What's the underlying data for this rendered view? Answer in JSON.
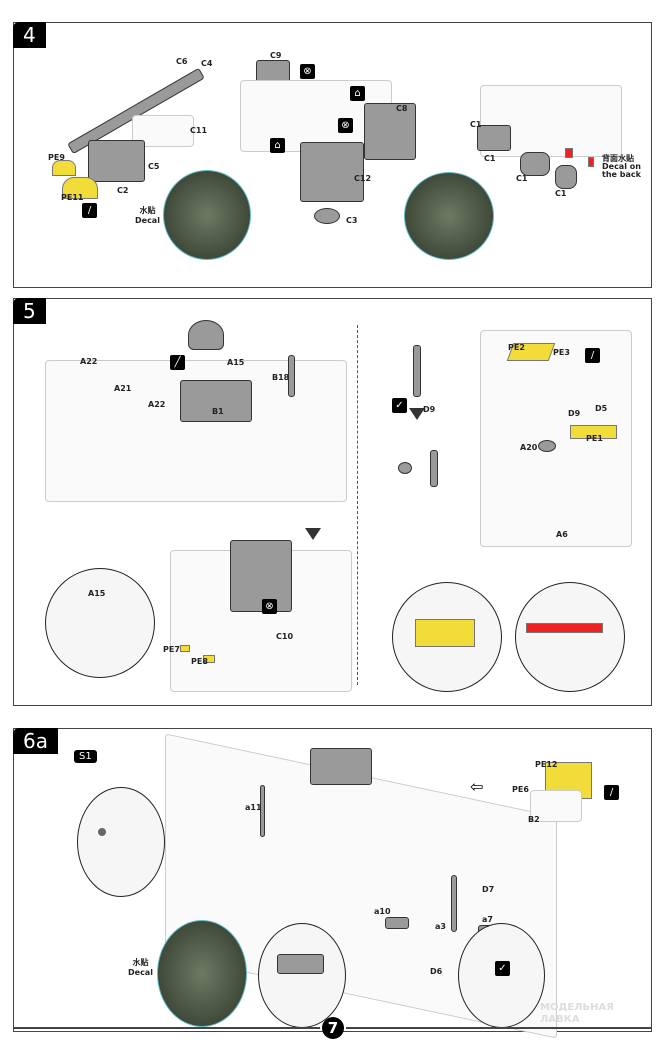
{
  "step4": {
    "number": "4",
    "labels": {
      "c6": "C6",
      "c4": "C4",
      "c11": "C11",
      "pe9": "PE9",
      "c5": "C5",
      "pe11": "PE11",
      "c2": "C2",
      "decal": "水贴\nDecal",
      "c9": "C9",
      "c8": "C8",
      "c12": "C12",
      "c3": "C3",
      "c1a": "C1",
      "c1b": "C1",
      "c1c": "C1",
      "c1d": "C1",
      "decal_back": "背面水贴\nDecal on\nthe back"
    }
  },
  "step5": {
    "number": "5",
    "labels": {
      "a22a": "A22",
      "a15a": "A15",
      "b18": "B18",
      "a21": "A21",
      "a22b": "A22",
      "b1": "B1",
      "a15b": "A15",
      "pe7": "PE7",
      "pe8": "PE8",
      "c10": "C10",
      "d9a": "D9",
      "pe2": "PE2",
      "pe3": "PE3",
      "d9b": "D9",
      "d5": "D5",
      "a20": "A20",
      "pe1": "PE1",
      "a6": "A6"
    }
  },
  "step6a": {
    "number": "6a",
    "sub": "S1",
    "labels": {
      "a11": "a11",
      "pe12": "PE12",
      "pe6": "PE6",
      "b2": "B2",
      "a10": "a10",
      "a3": "a3",
      "d7": "D7",
      "a7": "a7",
      "d6": "D6",
      "decal": "水贴\nDecal"
    }
  },
  "page_number": "7",
  "watermark": "МОДЕЛЬНАЯ\nЛАВКА",
  "icons": [
    "paint-brush-icon",
    "glue-icon",
    "no-glue-icon",
    "optional-icon",
    "weathering-icon"
  ]
}
